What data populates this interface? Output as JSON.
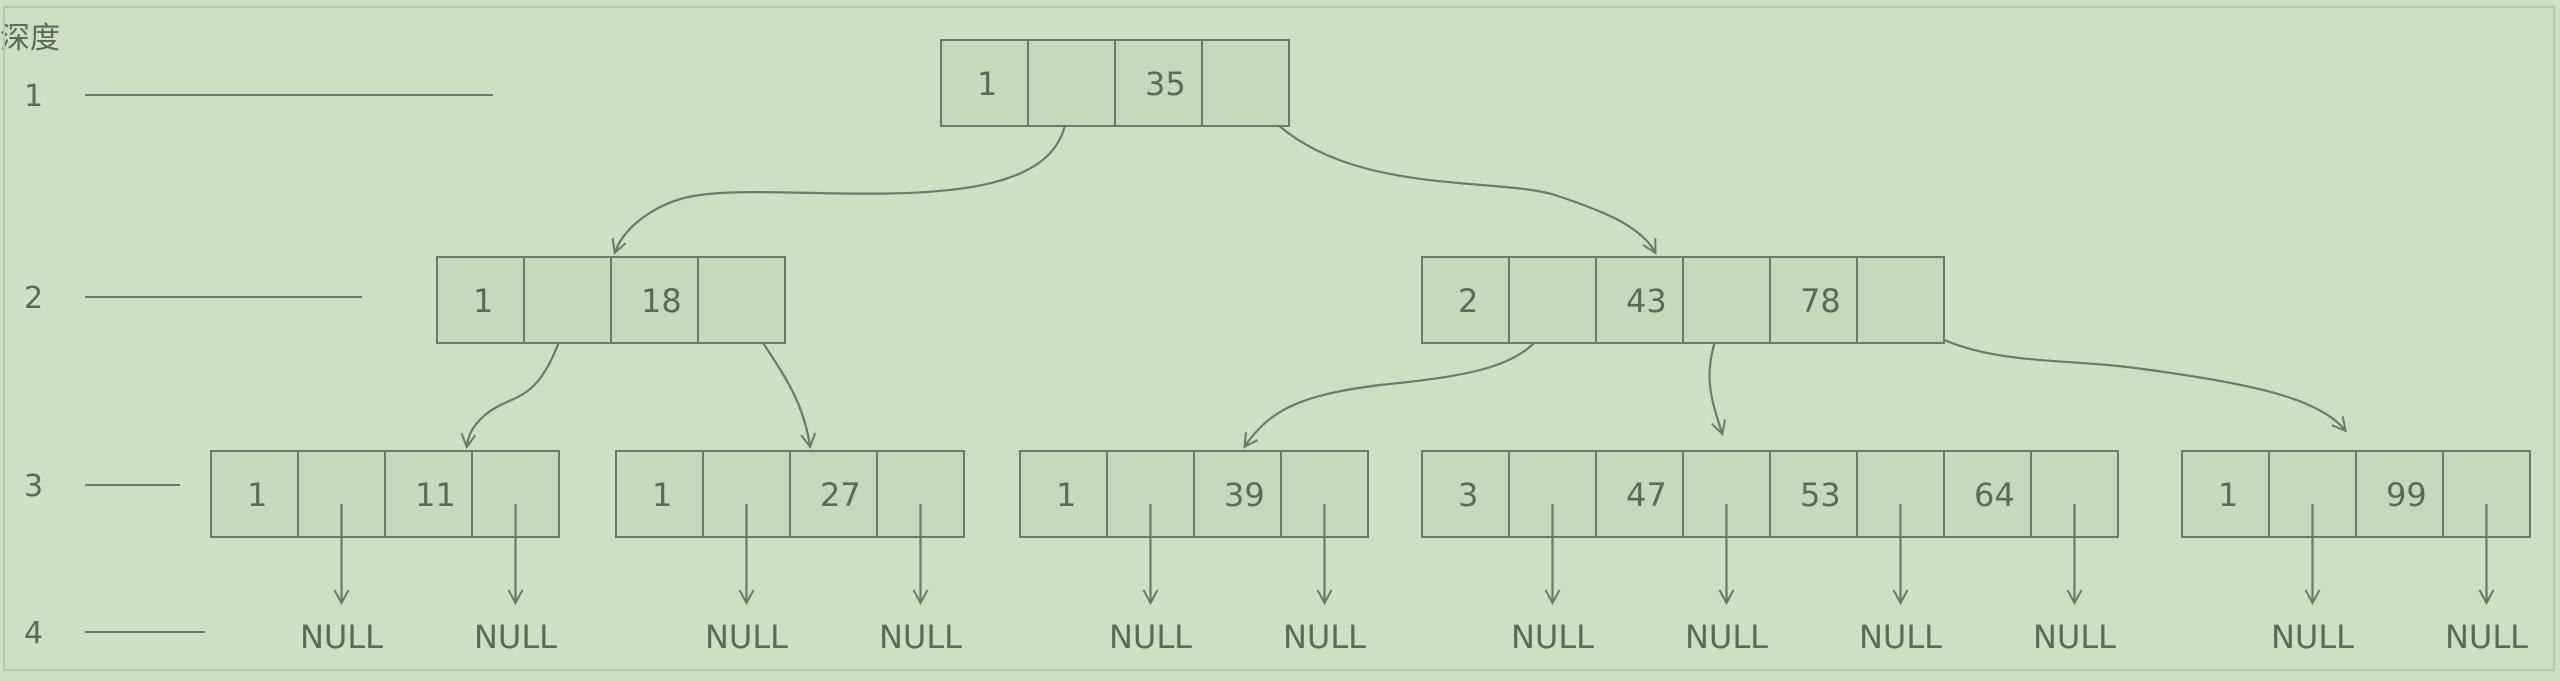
{
  "depth_label": "深度",
  "depth_rows": [
    {
      "depth": "1"
    },
    {
      "depth": "2"
    },
    {
      "depth": "3"
    },
    {
      "depth": "4"
    }
  ],
  "nodes": [
    {
      "id": "root",
      "cells": [
        "1",
        "",
        "35",
        ""
      ]
    },
    {
      "id": "l2-left",
      "cells": [
        "1",
        "",
        "18",
        ""
      ]
    },
    {
      "id": "l2-right",
      "cells": [
        "2",
        "",
        "43",
        "",
        "78",
        ""
      ]
    },
    {
      "id": "l3-a",
      "cells": [
        "1",
        "",
        "11",
        ""
      ]
    },
    {
      "id": "l3-b",
      "cells": [
        "1",
        "",
        "27",
        ""
      ]
    },
    {
      "id": "l3-c",
      "cells": [
        "1",
        "",
        "39",
        ""
      ]
    },
    {
      "id": "l3-d",
      "cells": [
        "3",
        "",
        "47",
        "",
        "53",
        "",
        "64",
        ""
      ]
    },
    {
      "id": "l3-e",
      "cells": [
        "1",
        "",
        "99",
        ""
      ]
    }
  ],
  "null_label": "NULL",
  "colors": {
    "background": "#cfdfc1",
    "cell_fill": "#c8d9bb",
    "stroke": "#6e7a66",
    "text": "#5c6a57",
    "arrow": "#6e7a66"
  }
}
